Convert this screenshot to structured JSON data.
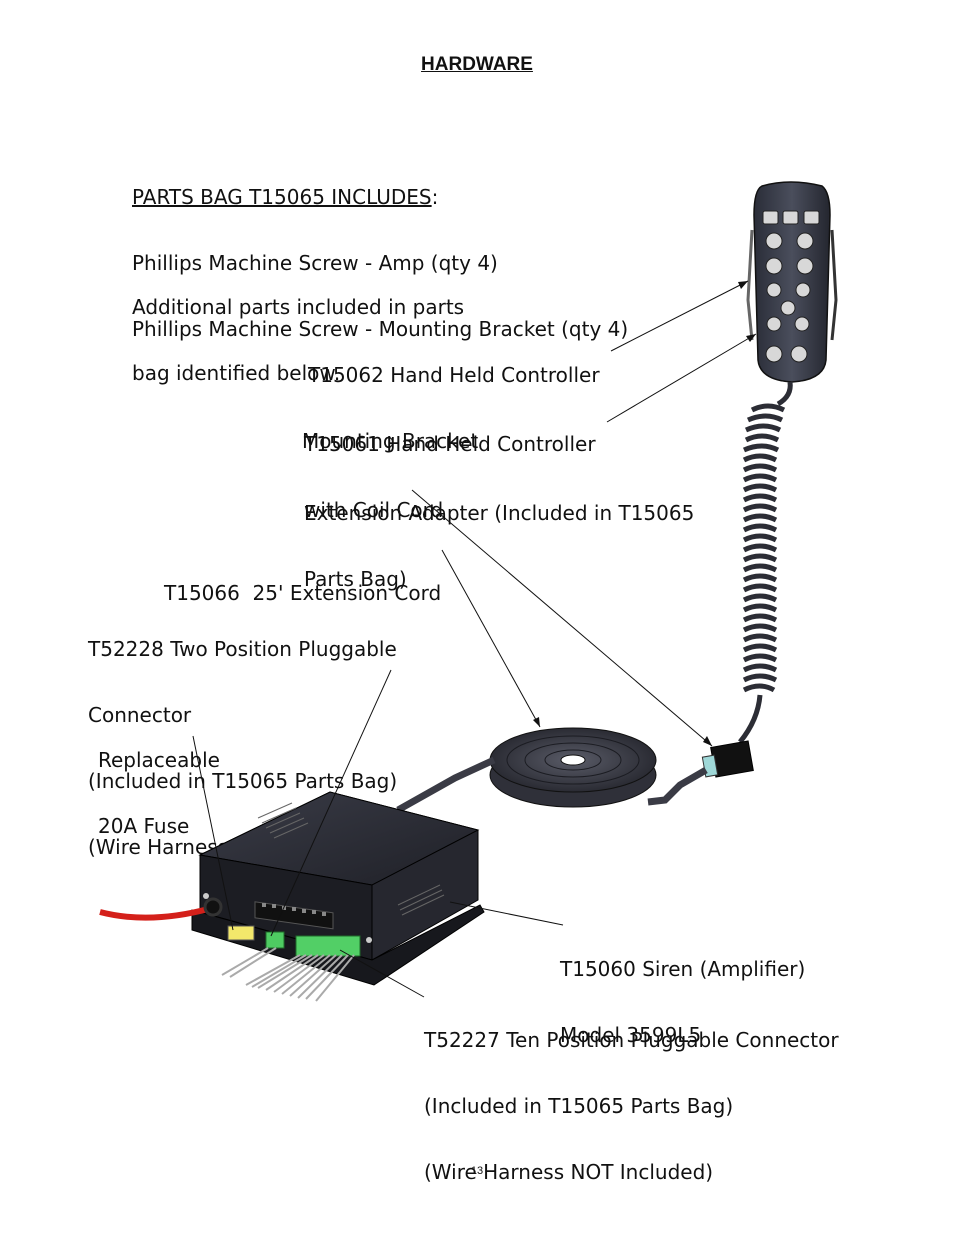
{
  "heading": "HARDWARE",
  "parts_bag": {
    "title": "PARTS BAG T15065 INCLUDES",
    "colon": ":",
    "line1": "Phillips Machine Screw - Amp (qty 4)",
    "line2": "Phillips Machine Screw - Mounting Bracket (qty 4)"
  },
  "additional": {
    "line1": "Additional parts included in parts",
    "line2": "bag identified below."
  },
  "callouts": {
    "mounting_bracket": [
      "T15062 Hand Held Controller",
      "Mounting Bracket"
    ],
    "controller": [
      "T15061 Hand Held Controller",
      "with Coil Cord"
    ],
    "adapter": [
      "Extension Adapter (Included in T15065",
      "Parts Bag)"
    ],
    "extension_cord": [
      "T15066  25' Extension Cord"
    ],
    "two_pos": [
      "T52228 Two Position Pluggable",
      "Connector",
      "(Included in T15065 Parts Bag)",
      "(Wire Harness NOT Included)"
    ],
    "fuse": [
      "Replaceable",
      "20A Fuse"
    ],
    "siren": [
      "T15060 Siren (Amplifier)",
      "Model 3599L5"
    ],
    "ten_pos": [
      "T52227 Ten Position Pluggable Connector",
      "(Included in T15065 Parts Bag)",
      "(Wire Harness NOT Included)"
    ]
  },
  "page_number": "13"
}
